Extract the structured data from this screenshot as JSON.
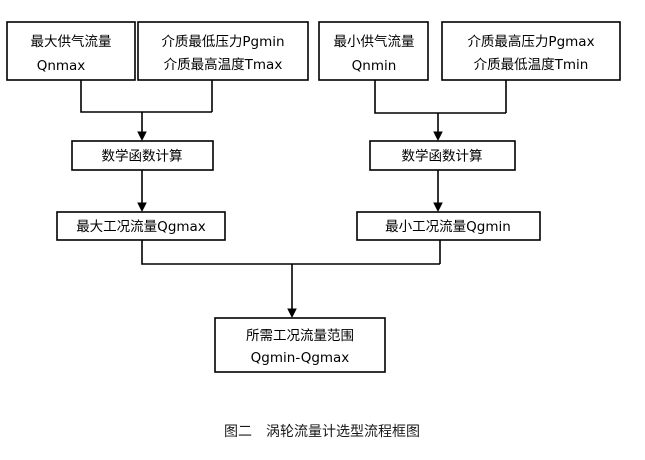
{
  "figure": {
    "caption": "图二　涡轮流量计选型流程框图",
    "background_color": "#ffffff",
    "line_color": "#000000",
    "text_color": "#000000"
  },
  "nodes": {
    "input_qnmax": {
      "line1": "最大供气流量",
      "line2": "Qnmax"
    },
    "input_pgmin_tmax": {
      "line1": "介质最低压力Pgmin",
      "line2": "介质最高温度Tmax"
    },
    "input_qnmin": {
      "line1": "最小供气流量",
      "line2": "Qnmin"
    },
    "input_pgmax_tmin": {
      "line1": "介质最高压力Pgmax",
      "line2": "介质最低温度Tmin"
    },
    "calc_left": {
      "line1": "数学函数计算"
    },
    "calc_right": {
      "line1": "数学函数计算"
    },
    "result_qgmax": {
      "line1": "最大工况流量Qgmax"
    },
    "result_qgmin": {
      "line1": "最小工况流量Qgmin"
    },
    "final_range": {
      "line1": "所需工况流量范围",
      "line2": "Qgmin-Qgmax"
    }
  },
  "connectors": [
    {
      "name": "qnmax-to-calc-left",
      "from": "input_qnmax",
      "to": "calc_left"
    },
    {
      "name": "pgmin-tmax-to-calc-left",
      "from": "input_pgmin_tmax",
      "to": "calc_left"
    },
    {
      "name": "calc-left-to-qgmax",
      "from": "calc_left",
      "to": "result_qgmax"
    },
    {
      "name": "qnmin-to-calc-right",
      "from": "input_qnmin",
      "to": "calc_right"
    },
    {
      "name": "pgmax-tmin-to-calc-right",
      "from": "input_pgmax_tmin",
      "to": "calc_right"
    },
    {
      "name": "calc-right-to-qgmin",
      "from": "calc_right",
      "to": "result_qgmin"
    },
    {
      "name": "qgmax-to-final-range",
      "from": "result_qgmax",
      "to": "final_range"
    },
    {
      "name": "qgmin-to-final-range",
      "from": "result_qgmin",
      "to": "final_range"
    }
  ]
}
